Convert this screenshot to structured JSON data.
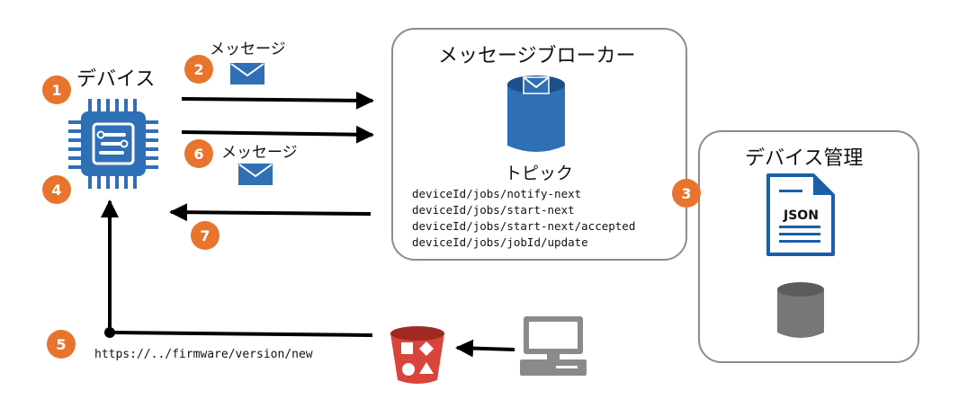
{
  "device": {
    "label": "デバイス"
  },
  "broker": {
    "title": "メッセージブローカー",
    "topic_label": "トピック",
    "topics": [
      "deviceId/jobs/notify-next",
      "deviceId/jobs/start-next",
      "deviceId/jobs/start-next/accepted",
      "deviceId/jobs/jobId/update"
    ]
  },
  "management": {
    "title": "デバイス管理",
    "doc_label": "JSON"
  },
  "messages": {
    "msg1": "メッセージ",
    "msg2": "メッセージ"
  },
  "firmware_url": "https://../firmware/version/new",
  "steps": [
    "1",
    "2",
    "3",
    "4",
    "5",
    "6",
    "7"
  ],
  "colors": {
    "badge": "#e8742e",
    "aws_blue": "#2e6fb5",
    "s3_red": "#d9453c",
    "db_gray": "#777777"
  }
}
